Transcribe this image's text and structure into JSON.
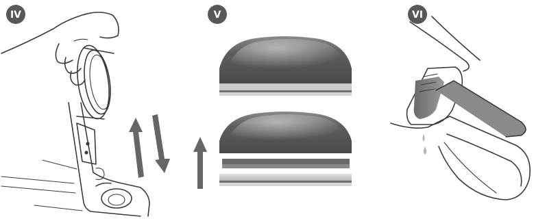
{
  "steps": [
    {
      "label": "IV"
    },
    {
      "label": "V"
    },
    {
      "label": "VI"
    }
  ],
  "colors": {
    "badge": "#58585a",
    "arrow": "#666668",
    "filter_dark": "#5c5c5e",
    "filter_light": "#c9c9cb",
    "line": "#3a3a3a",
    "drip": "#b5b5b7"
  },
  "icons": {
    "step_iv": "hand-removing-cyclone-icon",
    "step_v": "filter-tapping-icon",
    "step_vi": "rinse-cup-icon"
  }
}
